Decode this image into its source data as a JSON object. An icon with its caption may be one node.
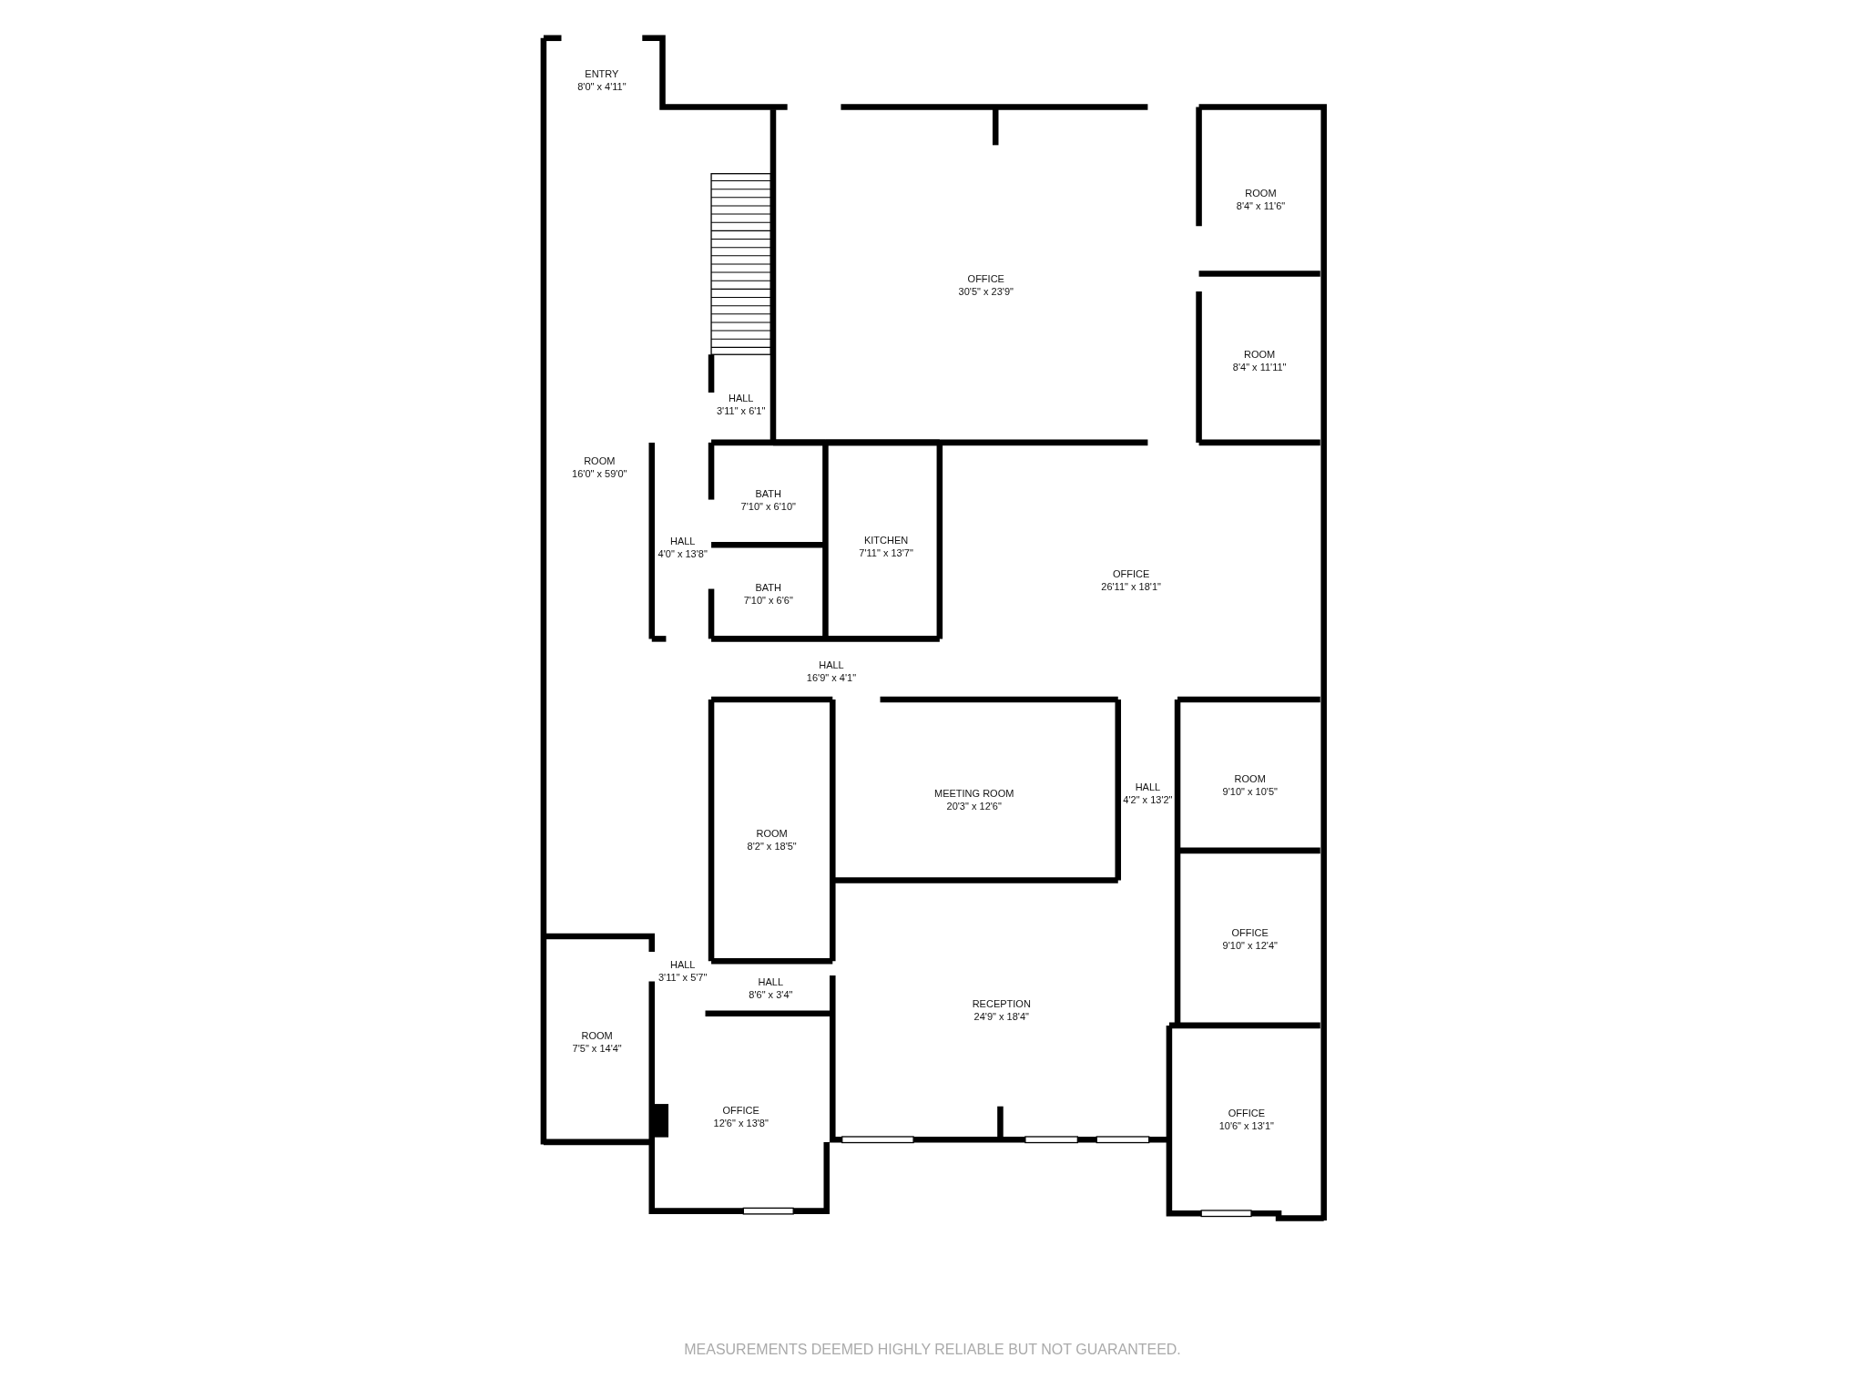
{
  "diagram": {
    "nodes": [
      {
        "text": [
          "ENTRY",
          "8'0\" x 4'11\""
        ]
      },
      {
        "text": [
          "OFFICE",
          "30'5\" x 23'9\""
        ]
      },
      {
        "text": [
          "ROOM",
          "8'4\" x 11'6\""
        ]
      },
      {
        "text": [
          "ROOM",
          "8'4\" x 11'11\""
        ]
      },
      {
        "text": [
          "HALL",
          "3'11\" x 6'1\""
        ]
      },
      {
        "text": [
          "ROOM",
          "16'0\" x 59'0\""
        ]
      },
      {
        "text": [
          "BATH",
          "7'10\" x 6'10\""
        ]
      },
      {
        "text": [
          "HALL",
          "4'0\" x 13'8\""
        ]
      },
      {
        "text": [
          "KITCHEN",
          "7'11\" x 13'7\""
        ]
      },
      {
        "text": [
          "OFFICE",
          "26'11\" x 18'1\""
        ]
      },
      {
        "text": [
          "BATH",
          "7'10\" x 6'6\""
        ]
      },
      {
        "text": [
          "HALL",
          "16'9\" x 4'1\""
        ]
      },
      {
        "text": [
          "MEETING ROOM",
          "20'3\" x 12'6\""
        ]
      },
      {
        "text": [
          "HALL",
          "4'2\" x 13'2\""
        ]
      },
      {
        "text": [
          "ROOM",
          "9'10\" x 10'5\""
        ]
      },
      {
        "text": [
          "ROOM",
          "8'2\" x 18'5\""
        ]
      },
      {
        "text": [
          "OFFICE",
          "9'10\" x 12'4\""
        ]
      },
      {
        "text": [
          "HALL",
          "3'11\" x 5'7\""
        ]
      },
      {
        "text": [
          "HALL",
          "8'6\" x 3'4\""
        ]
      },
      {
        "text": [
          "RECEPTION",
          "24'9\" x 18'4\""
        ]
      },
      {
        "text": [
          "ROOM",
          "7'5\" x 14'4\""
        ]
      },
      {
        "text": [
          "OFFICE",
          "12'6\" x 13'8\""
        ]
      },
      {
        "text": [
          "OFFICE",
          "10'6\" x 13'1\""
        ]
      }
    ],
    "labels": [
      "MEASUREMENTS DEEMED HIGHLY RELIABLE BUT NOT GUARANTEED."
    ]
  }
}
